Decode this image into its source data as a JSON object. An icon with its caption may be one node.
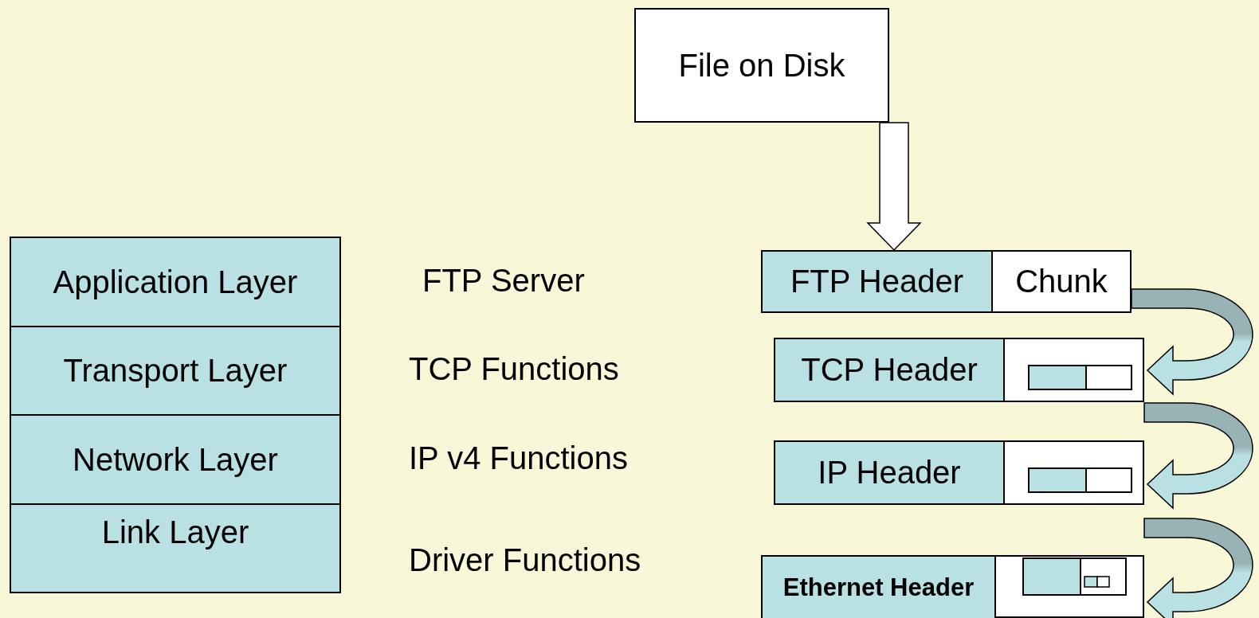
{
  "diagram": {
    "nodes": [
      {
        "text": [
          "File on Disk"
        ]
      },
      {
        "text": [
          "Application Layer"
        ]
      },
      {
        "text": [
          "Transport Layer"
        ]
      },
      {
        "text": [
          "Network Layer"
        ]
      },
      {
        "text": [
          "Link Layer"
        ]
      },
      {
        "text": [],
        "shape": "box"
      },
      {
        "text": [
          "FTP Header"
        ],
        "in": 5
      },
      {
        "text": [
          "Chunk"
        ],
        "in": 5
      },
      {
        "text": [],
        "shape": "box"
      },
      {
        "text": [
          "TCP Header"
        ],
        "in": 8
      },
      {
        "text": [],
        "shape": "box"
      },
      {
        "text": [
          "IP Header"
        ],
        "in": 10
      },
      {
        "text": [],
        "shape": "box"
      },
      {
        "text": [
          "Ethernet Header"
        ],
        "in": 12
      }
    ],
    "edges": [
      {
        "from": 0,
        "to": 5,
        "arrow": "to",
        "color": "#ffffff"
      },
      {
        "from": 5,
        "to": 8,
        "arrow": "to"
      },
      {
        "from": 8,
        "to": 10,
        "arrow": "to"
      },
      {
        "from": 10,
        "to": 12,
        "arrow": "to"
      }
    ],
    "labels": [
      "FTP Server",
      "TCP Functions",
      "IP v4 Functions",
      "Driver Functions"
    ]
  }
}
